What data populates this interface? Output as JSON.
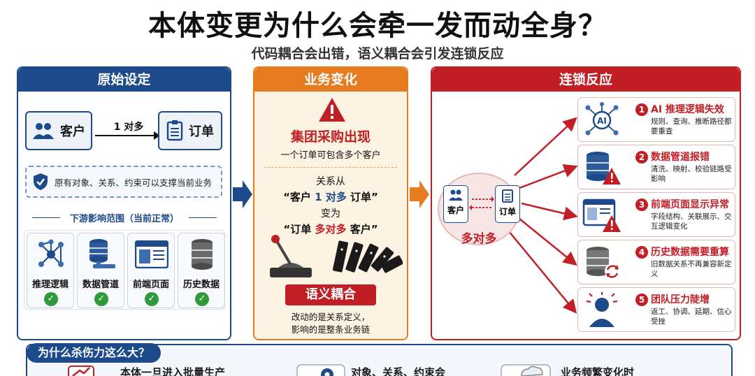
{
  "title": "本体变更为什么会牵一发而动全身？",
  "subtitle": "代码耦合会出错，语义耦合会引发连锁反应",
  "panel_original": {
    "header": "原始设定",
    "customer": "客户",
    "relation": "1 对多",
    "order": "订单",
    "support_text": "原有对象、关系、约束可以支撑当前业务",
    "downstream_label": "下游影响范围（当前正常）",
    "modules": [
      "推理逻辑",
      "数据管道",
      "前端页面",
      "历史数据"
    ]
  },
  "panel_change": {
    "header": "业务变化",
    "event": "集团采购出现",
    "event_desc": "一个订单可包含多个客户",
    "line1": "关系从",
    "line2_a": "“客户 ",
    "line2_b": "1 对多",
    "line2_c": " 订单”",
    "line3": "变为",
    "line4_a": "“订单 ",
    "line4_b": "多对多",
    "line4_c": " 客户”",
    "tag": "语义耦合",
    "tag_desc_1": "改动的是关系定义，",
    "tag_desc_2": "影响的是整条业务链"
  },
  "panel_chain": {
    "header": "连锁反应",
    "customer": "客户",
    "order": "订单",
    "relation": "多对多",
    "items": [
      {
        "num": "1",
        "title": "AI 推理逻辑失效",
        "desc": "规则、查询、推断路径都要重查",
        "icon": "ai-network-icon"
      },
      {
        "num": "2",
        "title": "数据管道报错",
        "desc": "清洗、映射、校验链路受影响",
        "icon": "database-warning-icon"
      },
      {
        "num": "3",
        "title": "前端页面显示异常",
        "desc": "字段结构、关联展示、交互逻辑变化",
        "icon": "browser-warning-icon"
      },
      {
        "num": "4",
        "title": "历史数据需要重算",
        "desc": "旧数据关系不再兼容新定义",
        "icon": "database-refresh-icon"
      },
      {
        "num": "5",
        "title": "团队压力陡增",
        "desc": "返工、协调、延期、信心受挫",
        "icon": "stressed-person-icon"
      }
    ]
  },
  "bottom": {
    "heading": "为什么杀伤力这么大？",
    "items": [
      "本体一旦进入批量生产",
      "对象、关系、约束会",
      "业务频繁变化时"
    ]
  },
  "colors": {
    "navy": "#1c4a8a",
    "orange": "#e67c1f",
    "red": "#c21e25",
    "green": "#2e9a3c"
  }
}
